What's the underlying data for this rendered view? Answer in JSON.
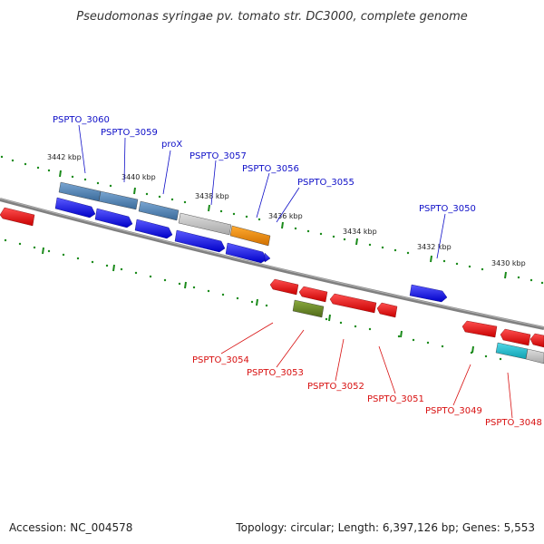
{
  "header": {
    "title": "Pseudomonas syringae pv. tomato str. DC3000, complete genome"
  },
  "footer": {
    "accession": "Accession: NC_004578",
    "summary": "Topology: circular; Length: 6,397,126 bp; Genes: 5,553"
  },
  "scale": {
    "ticks": [
      "3442 kbp",
      "3440 kbp",
      "3438 kbp",
      "3436 kbp",
      "3434 kbp",
      "3432 kbp",
      "3430 kbp"
    ]
  },
  "genes": {
    "forward_labels": [
      "PSPTO_3060",
      "PSPTO_3059",
      "proX",
      "PSPTO_3057",
      "PSPTO_3056",
      "PSPTO_3055",
      "PSPTO_3050"
    ],
    "reverse_labels": [
      "PSPTO_3054",
      "PSPTO_3053",
      "PSPTO_3052",
      "PSPTO_3051",
      "PSPTO_3049",
      "PSPTO_3048"
    ]
  },
  "colors": {
    "forward_strand": "#1414e0",
    "reverse_strand": "#e81010",
    "category_steelblue": "#4a80b4",
    "category_grey": "#bdbdbd",
    "category_orange": "#f08c00",
    "category_olive": "#6b8c20",
    "category_cyan": "#18b8c8",
    "backbone": "#808080",
    "tick_green": "#1a8a1a",
    "label_blue": "#1010c8",
    "label_red": "#d81010"
  }
}
